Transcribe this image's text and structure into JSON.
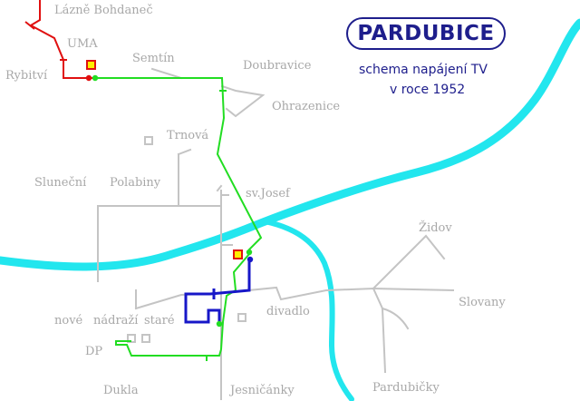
{
  "title": "PARDUBICE",
  "subtitle_line1": "schema napájení TV",
  "subtitle_line2": "v roce 1952",
  "places": {
    "lazne_bohdanec": "Lázně Bohdaneč",
    "uma": "UMA",
    "rybitvi": "Rybitví",
    "semtin": "Semtín",
    "doubravice": "Doubravice",
    "ohrazenice": "Ohrazenice",
    "trnova": "Trnová",
    "slunecni": "Sluneční",
    "polabiny": "Polabiny",
    "sv_josef": "sv.Josef",
    "zidov": "Židov",
    "slovany": "Slovany",
    "nove": "nové",
    "nadrazi": "nádraží",
    "stare": "staré",
    "divadlo": "divadlo",
    "dp": "DP",
    "dukla": "Dukla",
    "jesnicanky": "Jesničánky",
    "pardubicky": "Pardubičky"
  },
  "colors": {
    "river": "#22e6ee",
    "road": "#c4c4c4",
    "green_line": "#22dd22",
    "blue_line": "#1717c8",
    "red_line": "#e01010",
    "label": "#a8a8a8",
    "title": "#1e1e8c",
    "substation_fill": "#ffee00"
  }
}
